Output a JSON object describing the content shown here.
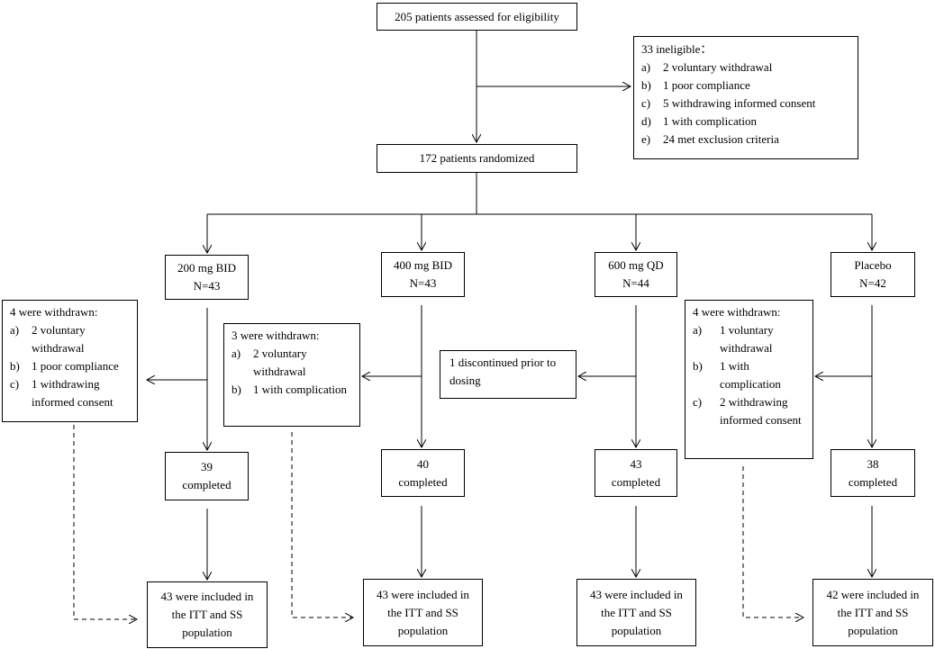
{
  "assessed": "205 patients assessed for eligibility",
  "ineligible": {
    "title": "33 ineligible：",
    "items": [
      {
        "k": "a)",
        "t": "2 voluntary withdrawal"
      },
      {
        "k": "b)",
        "t": "1 poor compliance"
      },
      {
        "k": "c)",
        "t": "5 withdrawing informed consent"
      },
      {
        "k": "d)",
        "t": "1 with complication"
      },
      {
        "k": "e)",
        "t": "24 met exclusion criteria"
      }
    ]
  },
  "randomized": "172 patients randomized",
  "arms": [
    {
      "name": "200 mg BID",
      "n": "N=43",
      "completed_n": "39",
      "completed": "completed",
      "itt": "43 were included in the ITT and SS population",
      "excl": {
        "title": "4 were withdrawn:",
        "items": [
          {
            "k": "a)",
            "t": "2 voluntary withdrawal"
          },
          {
            "k": "b)",
            "t": "1 poor compliance"
          },
          {
            "k": "c)",
            "t": "1 withdrawing informed consent"
          }
        ]
      }
    },
    {
      "name": "400 mg BID",
      "n": "N=43",
      "completed_n": "40",
      "completed": "completed",
      "itt": "43 were included in the ITT and SS population",
      "excl": {
        "title": "3 were withdrawn:",
        "items": [
          {
            "k": "a)",
            "t": "2 voluntary withdrawal"
          },
          {
            "k": "b)",
            "t": "1 with complication"
          }
        ]
      }
    },
    {
      "name": "600 mg QD",
      "n": "N=44",
      "completed_n": "43",
      "completed": "completed",
      "itt": "43 were included in the ITT and SS population",
      "excl": {
        "title": "1 discontinued prior to dosing",
        "items": []
      }
    },
    {
      "name": "Placebo",
      "n": "N=42",
      "completed_n": "38",
      "completed": "completed",
      "itt": "42 were included in the ITT and SS population",
      "excl": {
        "title": "4 were withdrawn:",
        "items": [
          {
            "k": "a)",
            "t": "1 voluntary withdrawal"
          },
          {
            "k": "b)",
            "t": "1 with complication"
          },
          {
            "k": "c)",
            "t": "2 withdrawing informed consent"
          }
        ]
      }
    }
  ]
}
